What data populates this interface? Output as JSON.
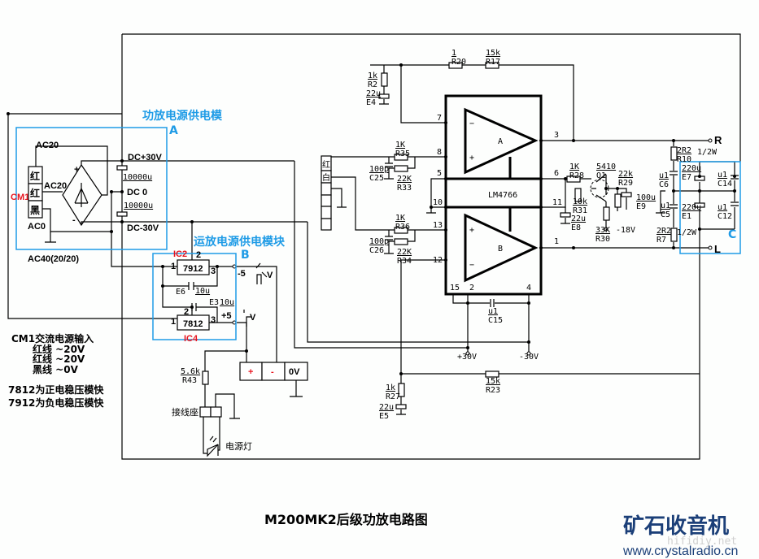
{
  "title": "M200MK2后级功放电路图",
  "logo": {
    "cn": "矿石收音机",
    "url": "www.crystalradio.cn",
    "watermark": "hifidiy.net"
  },
  "colors": {
    "module_box": "#1e9be6",
    "ic_label": "#e8141e",
    "logo": "#1b3f78"
  },
  "modules": {
    "A": {
      "title": "功放电源供电模",
      "letter": "A"
    },
    "B": {
      "title": "运放电源供电模块",
      "letter": "B"
    },
    "C": {
      "letter": "C"
    }
  },
  "power": {
    "cm1": "CM1",
    "cells": [
      "红",
      "红",
      "黑"
    ],
    "ac20_top": "AC20",
    "ac20_mid": "AC20",
    "ac0": "AC0",
    "ac40": "AC40(20/20)",
    "plus": "+",
    "minus": "-",
    "dc_pos": "DC+30V",
    "dc_zero": "DC 0",
    "dc_neg": "DC-30V",
    "cap1": "10000u",
    "cap2": "10000u"
  },
  "regulators": {
    "ic2": {
      "ref": "IC2",
      "part": "7912",
      "pin1": "1",
      "pin2": "2",
      "pin3": "3",
      "out": "-5",
      "out_suffix": "V"
    },
    "ic4": {
      "ref": "IC4",
      "part": "7812",
      "pin1": "1",
      "pin2": "2",
      "pin3": "3",
      "out": "+5",
      "out_suffix": "V"
    },
    "e6": {
      "ref": "E6",
      "value": "10u"
    },
    "e3": {
      "ref": "E3",
      "value": "10u"
    }
  },
  "terminal": {
    "plus": "+",
    "minus": "-",
    "zero": "0V"
  },
  "led": {
    "r43_value": "5.6k",
    "r43_ref": "R43",
    "socket": "接线座",
    "lamp": "电源灯"
  },
  "input_connector": {
    "cells": [
      "红",
      "白"
    ]
  },
  "amp": {
    "chip": "LM4766",
    "a": "A",
    "b": "B",
    "pins": {
      "p7": "7",
      "p8": "8",
      "p5": "5",
      "p10": "10",
      "p13": "13",
      "p12": "12",
      "p3": "3",
      "p6": "6",
      "p11": "11",
      "p1": "1",
      "p15": "15",
      "p2": "2",
      "p4": "4"
    },
    "supply_pos": "+30V",
    "supply_neg": "-30V"
  },
  "components": {
    "r20": {
      "value": "1",
      "ref": "R20"
    },
    "r17": {
      "value": "15k",
      "ref": "R17"
    },
    "r2": {
      "value": "1k",
      "ref": "R2"
    },
    "e4": {
      "value": "22u",
      "ref": "E4"
    },
    "r35": {
      "value": "1K",
      "ref": "R35"
    },
    "c25": {
      "value": "100p",
      "ref": "C25"
    },
    "r33": {
      "value": "22K",
      "ref": "R33"
    },
    "r36": {
      "value": "1K",
      "ref": "R36"
    },
    "c26": {
      "value": "100p",
      "ref": "C26"
    },
    "r34": {
      "value": "22K",
      "ref": "R34"
    },
    "r28": {
      "value": "1K",
      "ref": "R28"
    },
    "q1": {
      "value": "5410",
      "ref": "Q1"
    },
    "r29": {
      "value": "22k",
      "ref": "R29"
    },
    "r31": {
      "value": "10k",
      "ref": "R31"
    },
    "e9": {
      "value": "100u",
      "ref": "E9"
    },
    "r30": {
      "value": "33K",
      "ref": "R30",
      "supply": "-18V"
    },
    "e8": {
      "value": "22u",
      "ref": "E8"
    },
    "r10": {
      "value": "2R2",
      "ref": "R10",
      "power": "1/2W"
    },
    "r7": {
      "value": "2R2",
      "ref": "R7",
      "power": "1/2W"
    },
    "c6": {
      "value": "u1",
      "ref": "C6"
    },
    "c5": {
      "value": "u1",
      "ref": "C5"
    },
    "e7": {
      "value": "220u",
      "ref": "E7"
    },
    "e1": {
      "value": "220u",
      "ref": "E1"
    },
    "c14": {
      "value": "u1",
      "ref": "C14"
    },
    "c12": {
      "value": "u1",
      "ref": "C12"
    },
    "c15": {
      "value": "u1",
      "ref": "C15"
    },
    "r23": {
      "value": "15k",
      "ref": "R23"
    },
    "r27": {
      "value": "1k",
      "ref": "R27"
    },
    "e5": {
      "value": "22u",
      "ref": "E5"
    }
  },
  "outputs": {
    "right": "R",
    "left": "L"
  },
  "notes": {
    "l1": "CM1交流电源输入",
    "l2": "红线 ~20V",
    "l3": "红线 ~20V",
    "l4": "黑线 ~0V",
    "l5": "7812为正电稳压模快",
    "l6": "7912为负电稳压模快"
  }
}
